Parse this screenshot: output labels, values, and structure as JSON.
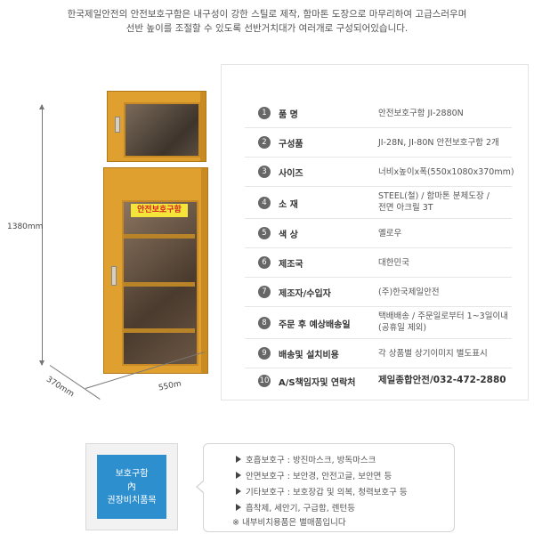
{
  "intro": {
    "line1": "한국제일안전의 안전보호구함은  내구성이 강한 스틸로 제작, 함마톤 도장으로 마무리하여 고급스러우며",
    "line2": "선반 높이를 조절할 수 있도록 선반거치대가 여러개로 구성되어있습니다."
  },
  "product": {
    "cabinet_label": "안전보호구함",
    "dim_height": "1380mm",
    "dim_depth": "370mm",
    "dim_width": "550m",
    "cabinet_color": "#e0a030"
  },
  "specs": [
    {
      "num": "1",
      "label": "품     명",
      "value": "안전보호구함 JI-2880N"
    },
    {
      "num": "2",
      "label": "구성품",
      "value": "JI-28N, JI-80N   안전보호구함 2개"
    },
    {
      "num": "3",
      "label": "사이즈",
      "value": "너비x높이x폭(550x1080x370mm)"
    },
    {
      "num": "4",
      "label": "소     재",
      "value": "STEEL(철) / 함마톤 분체도장 /",
      "value2": "전면 아크릴 3T"
    },
    {
      "num": "5",
      "label": "색     상",
      "value": "옐로우"
    },
    {
      "num": "6",
      "label": "제조국",
      "value": "대한민국"
    },
    {
      "num": "7",
      "label": "제조자/수입자",
      "value": "(주)한국제일안전"
    },
    {
      "num": "8",
      "label": "주문 후 예상배송일",
      "value": "택배배송 / 주문일로부터 1~3일이내",
      "value2": "(공휴일 제외)"
    },
    {
      "num": "9",
      "label": "배송및 설치비용",
      "value": "각 상품별 상기이미지 별도표시"
    },
    {
      "num": "10",
      "label": "A/S책임자및 연락처",
      "value": "제일종합안전/032-472-2880"
    }
  ],
  "badge": {
    "line1": "보호구함",
    "line2": "內",
    "line3": "권장비치품목",
    "color": "#2e8fcf"
  },
  "recommended": {
    "items": [
      "호흡보호구 : 방진마스크, 방독마스크",
      "안면보호구 : 보안경, 안전고글, 보안면 등",
      "기타보호구 : 보호장갑 및 의복, 청력보호구 등",
      "흡착제, 세안기, 구급함, 렌턴등"
    ],
    "note": "※ 내부비치용품은 별매품입니다"
  }
}
